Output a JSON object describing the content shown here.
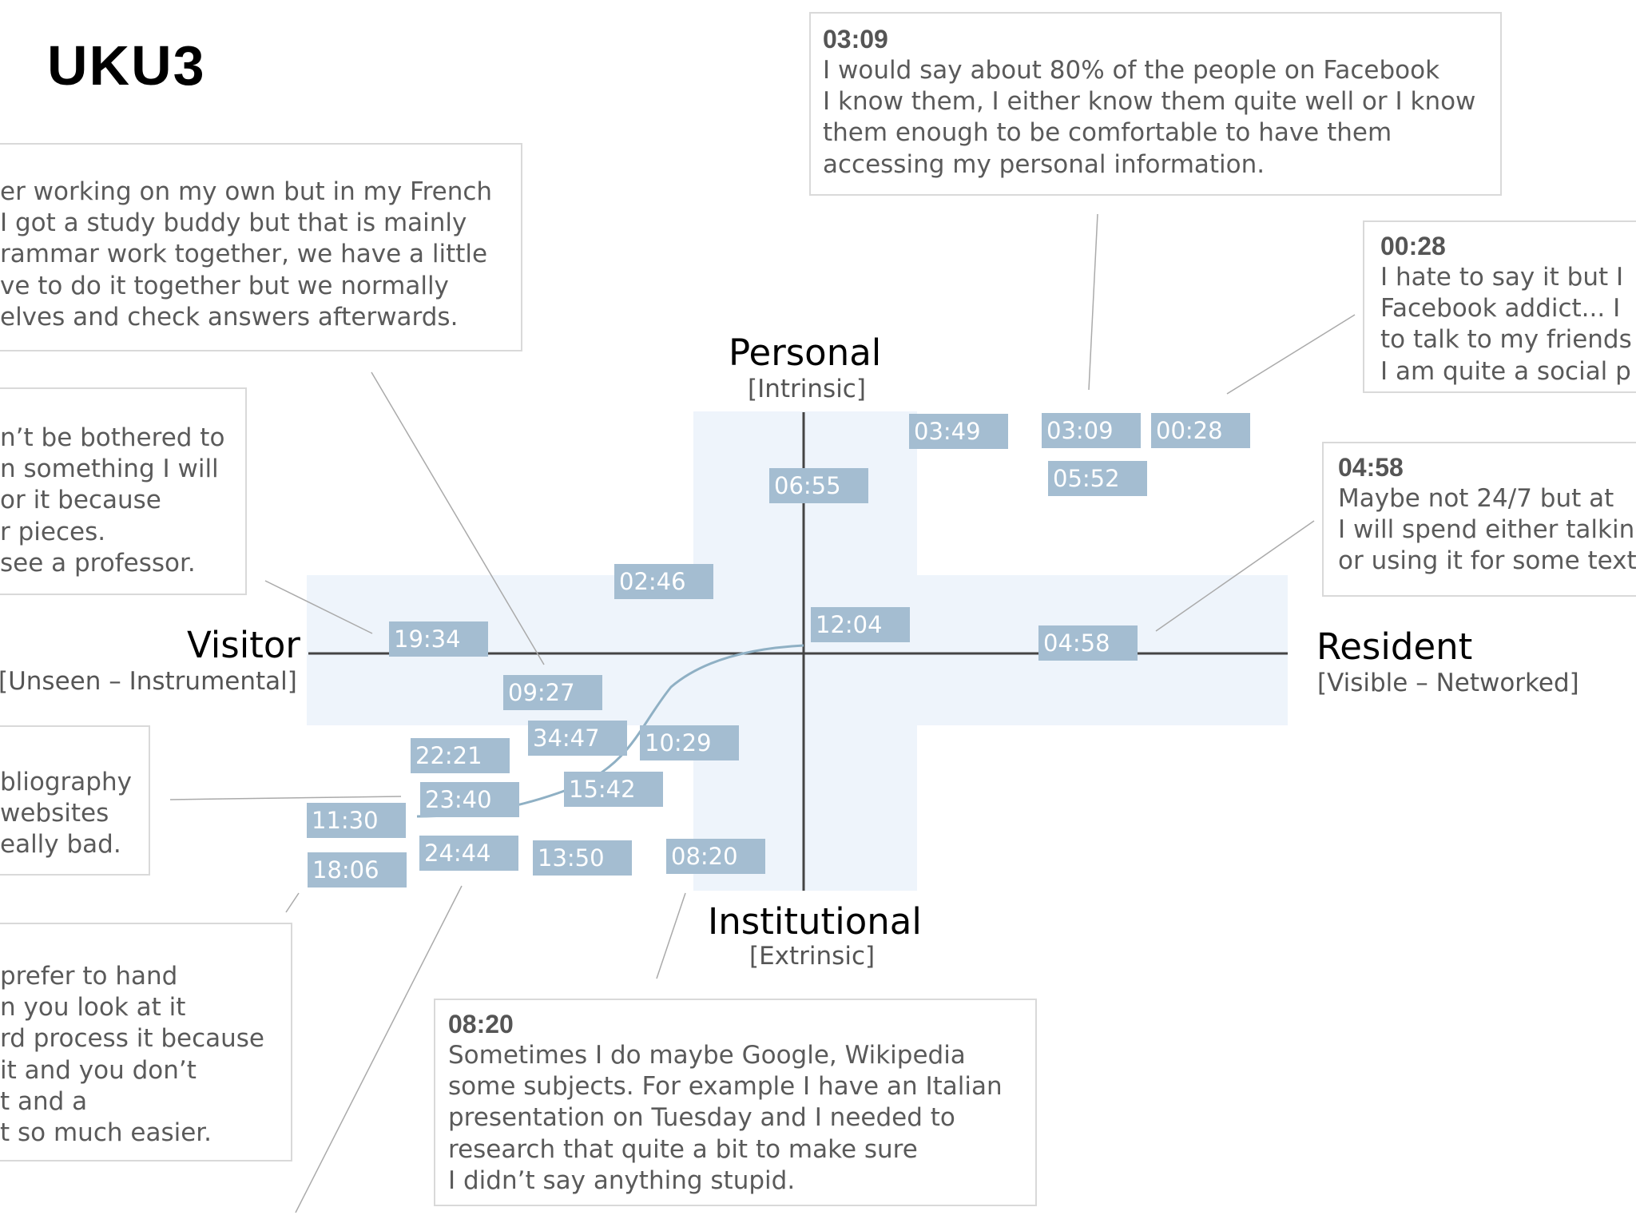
{
  "title": "UKU3",
  "colors": {
    "tag_fill": "#a4bdd1",
    "zone_fill": "#eef4fb",
    "axis": "#444444",
    "connector": "#aaaaaa",
    "curve": "#8fb0c4"
  },
  "axes": {
    "top": {
      "label": "Personal",
      "sub": "[Intrinsic]"
    },
    "bottom": {
      "label": "Institutional",
      "sub": "[Extrinsic]"
    },
    "left": {
      "label": "Visitor",
      "sub": "[Unseen – Instrumental]"
    },
    "right": {
      "label": "Resident",
      "sub": "[Visible – Networked]"
    }
  },
  "quotes": [
    {
      "time": "03:09",
      "lines": [
        "I would say about 80% of the people on Facebook",
        "I know them, I either know them quite well or I know",
        "them enough to be comfortable to have them",
        "accessing my personal information."
      ]
    },
    {
      "time": "00:28",
      "lines": [
        "I hate to say it but I",
        "Facebook addict... I",
        "to talk to my friends",
        "I am quite a social p"
      ]
    },
    {
      "time": "04:58",
      "lines": [
        "Maybe not 24/7 but at",
        "I will spend either talking",
        "or using it for some text"
      ]
    },
    {
      "time": "08:20",
      "lines": [
        "Sometimes I do maybe Google, Wikipedia",
        "some subjects.  For example I have an Italian",
        "presentation on Tuesday and I needed to",
        "research that quite a bit to make sure",
        "I didn’t say anything stupid."
      ]
    },
    {
      "time": "",
      "lines": [
        "er working on my own but in my French",
        "I got a study buddy but that is mainly",
        "rammar work together, we have a little",
        "ve to do it together but we normally",
        "elves and check answers afterwards."
      ]
    },
    {
      "time": "",
      "lines": [
        "n’t be bothered to",
        "n something I will",
        "or it because",
        "r pieces.",
        " see a professor."
      ]
    },
    {
      "time": "",
      "lines": [
        "bliography",
        "websites",
        "eally bad."
      ]
    },
    {
      "time": "",
      "lines": [
        " prefer to hand",
        "n you look at it",
        "rd process it because",
        "it and you don’t",
        "t and a",
        "t so much easier."
      ]
    }
  ],
  "tags": [
    "03:49",
    "03:09",
    "00:28",
    "06:55",
    "05:52",
    "02:46",
    "12:04",
    "19:34",
    "04:58",
    "09:27",
    "34:47",
    "10:29",
    "22:21",
    "15:42",
    "23:40",
    "11:30",
    "24:44",
    "13:50",
    "08:20",
    "18:06"
  ]
}
